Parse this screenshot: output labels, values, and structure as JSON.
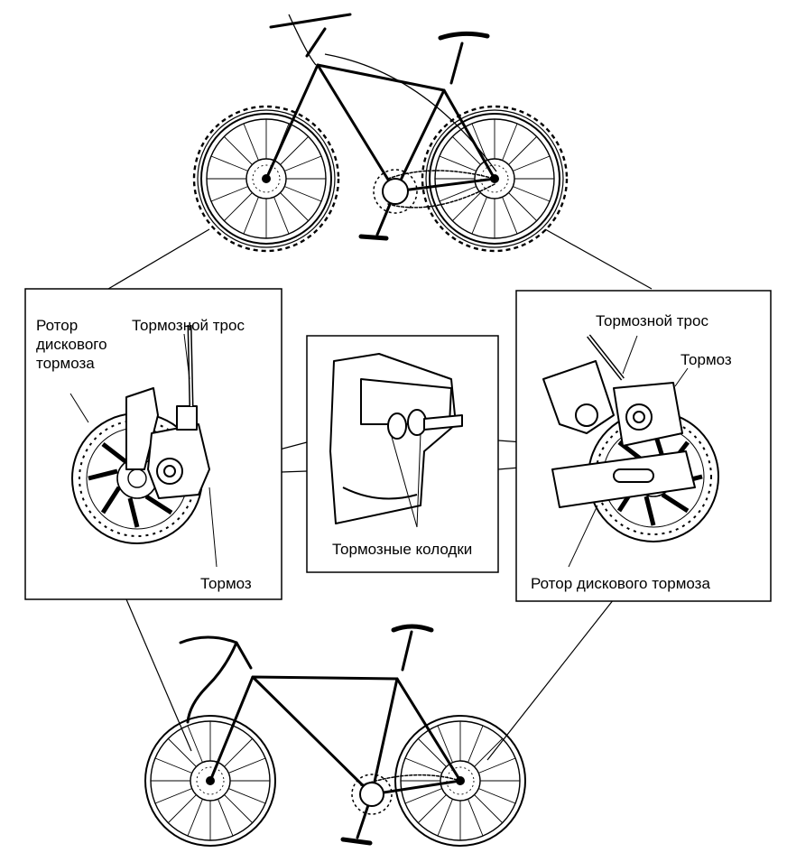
{
  "labels": {
    "left_rotor_line1": "Ротор",
    "left_rotor_line2": "дискового",
    "left_rotor_line3": "тормоза",
    "left_cable": "Тормозной трос",
    "left_brake": "Тормоз",
    "pads": "Тормозные колодки",
    "right_cable": "Тормозной трос",
    "right_brake": "Тормоз",
    "right_rotor": "Ротор дискового тормоза"
  },
  "colors": {
    "line": "#000000",
    "background": "#ffffff",
    "panel_fill": "#f4f4f4"
  }
}
